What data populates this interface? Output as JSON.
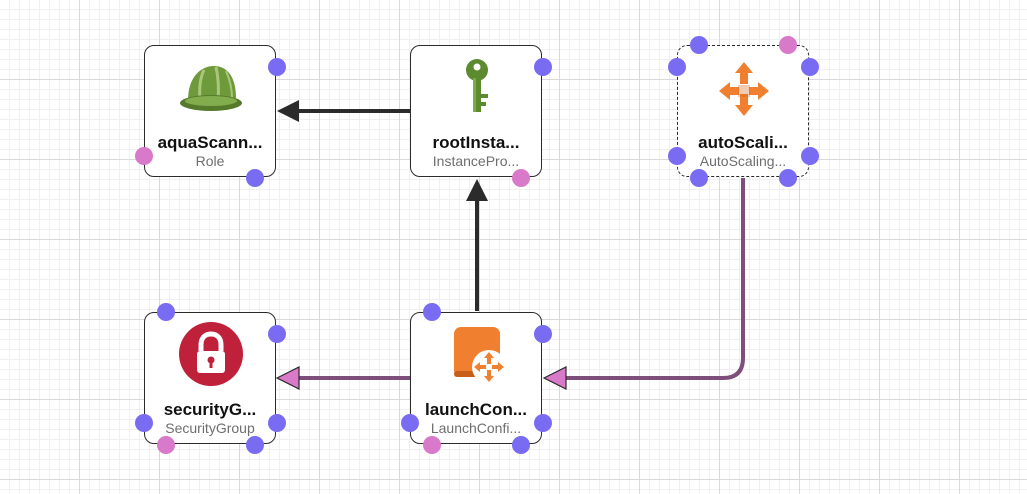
{
  "colors": {
    "port_blue": "#7a6cf2",
    "port_pink": "#d979c9",
    "edge_dark": "#2b2b2b",
    "edge_purple": "#7d4f7a",
    "arrow_pink": "#d979c9"
  },
  "nodes": {
    "aquaScanner": {
      "name": "aquaScann...",
      "type": "Role",
      "icon": "hard-hat-icon"
    },
    "rootInstance": {
      "name": "rootInsta...",
      "type": "InstancePro...",
      "icon": "key-icon"
    },
    "autoScaling": {
      "name": "autoScali...",
      "type": "AutoScaling...",
      "icon": "auto-scaling-arrows-icon"
    },
    "securityGroup": {
      "name": "securityG...",
      "type": "SecurityGroup",
      "icon": "padlock-icon"
    },
    "launchConfig": {
      "name": "launchCon...",
      "type": "LaunchConfi...",
      "icon": "launch-config-icon"
    }
  }
}
